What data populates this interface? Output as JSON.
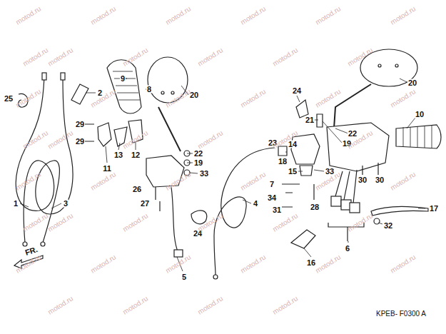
{
  "diagram": {
    "labels": [
      "1",
      "2",
      "3",
      "25",
      "29",
      "29",
      "11",
      "13",
      "12",
      "9",
      "8",
      "20",
      "22",
      "19",
      "33",
      "26",
      "27",
      "24",
      "5",
      "4",
      "24",
      "21",
      "22",
      "23",
      "14",
      "18",
      "19",
      "15",
      "33",
      "7",
      "34",
      "31",
      "28",
      "16",
      "6",
      "30",
      "30",
      "20",
      "10",
      "17",
      "32",
      "FR.",
      "KPEB- F0300 A",
      "motod.ru",
      "motod.ru",
      "motod.ru",
      "motod.ru",
      "motod.ru",
      "motod.ru",
      "motod.ru",
      "motod.ru",
      "motod.ru",
      "motod.ru",
      "motod.ru",
      "motod.ru",
      "motod.ru",
      "motod.ru",
      "motod.ru",
      "motod.ru",
      "motod.ru",
      "motod.ru",
      "motod.ru",
      "motod.ru",
      "motod.ru",
      "motod.ru",
      "motod.ru",
      "motod.ru",
      "motod.ru",
      "motod.ru",
      "motod.ru",
      "motod.ru",
      "motod.ru",
      "motod.ru",
      "motod.ru",
      "motod.ru",
      "motod.ru",
      "motod.ru",
      "motod.ru",
      "motod.ru",
      "motod.ru",
      "motod.ru",
      "motod.ru",
      "motod.ru",
      "motod.ru",
      "motod.ru",
      "motod.ru",
      "motod.ru",
      "motod.ru",
      "motod.ru"
    ]
  }
}
